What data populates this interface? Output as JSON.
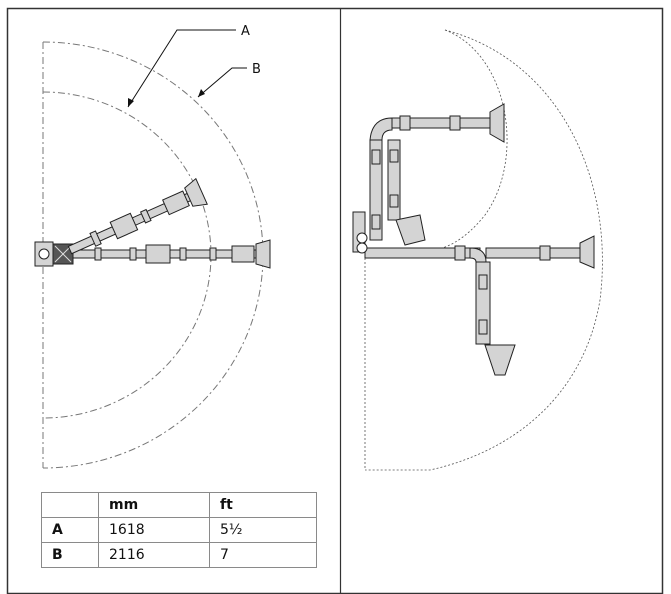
{
  "callouts": {
    "a": "A",
    "b": "B"
  },
  "table": {
    "headers": [
      "",
      "mm",
      "ft"
    ],
    "rows": [
      {
        "key": "A",
        "mm": "1618",
        "ft": "5½"
      },
      {
        "key": "B",
        "mm": "2116",
        "ft": "7"
      }
    ]
  },
  "colors": {
    "arm_fill": "#d4d4d4",
    "line": "#222222",
    "frame": "#333333"
  }
}
